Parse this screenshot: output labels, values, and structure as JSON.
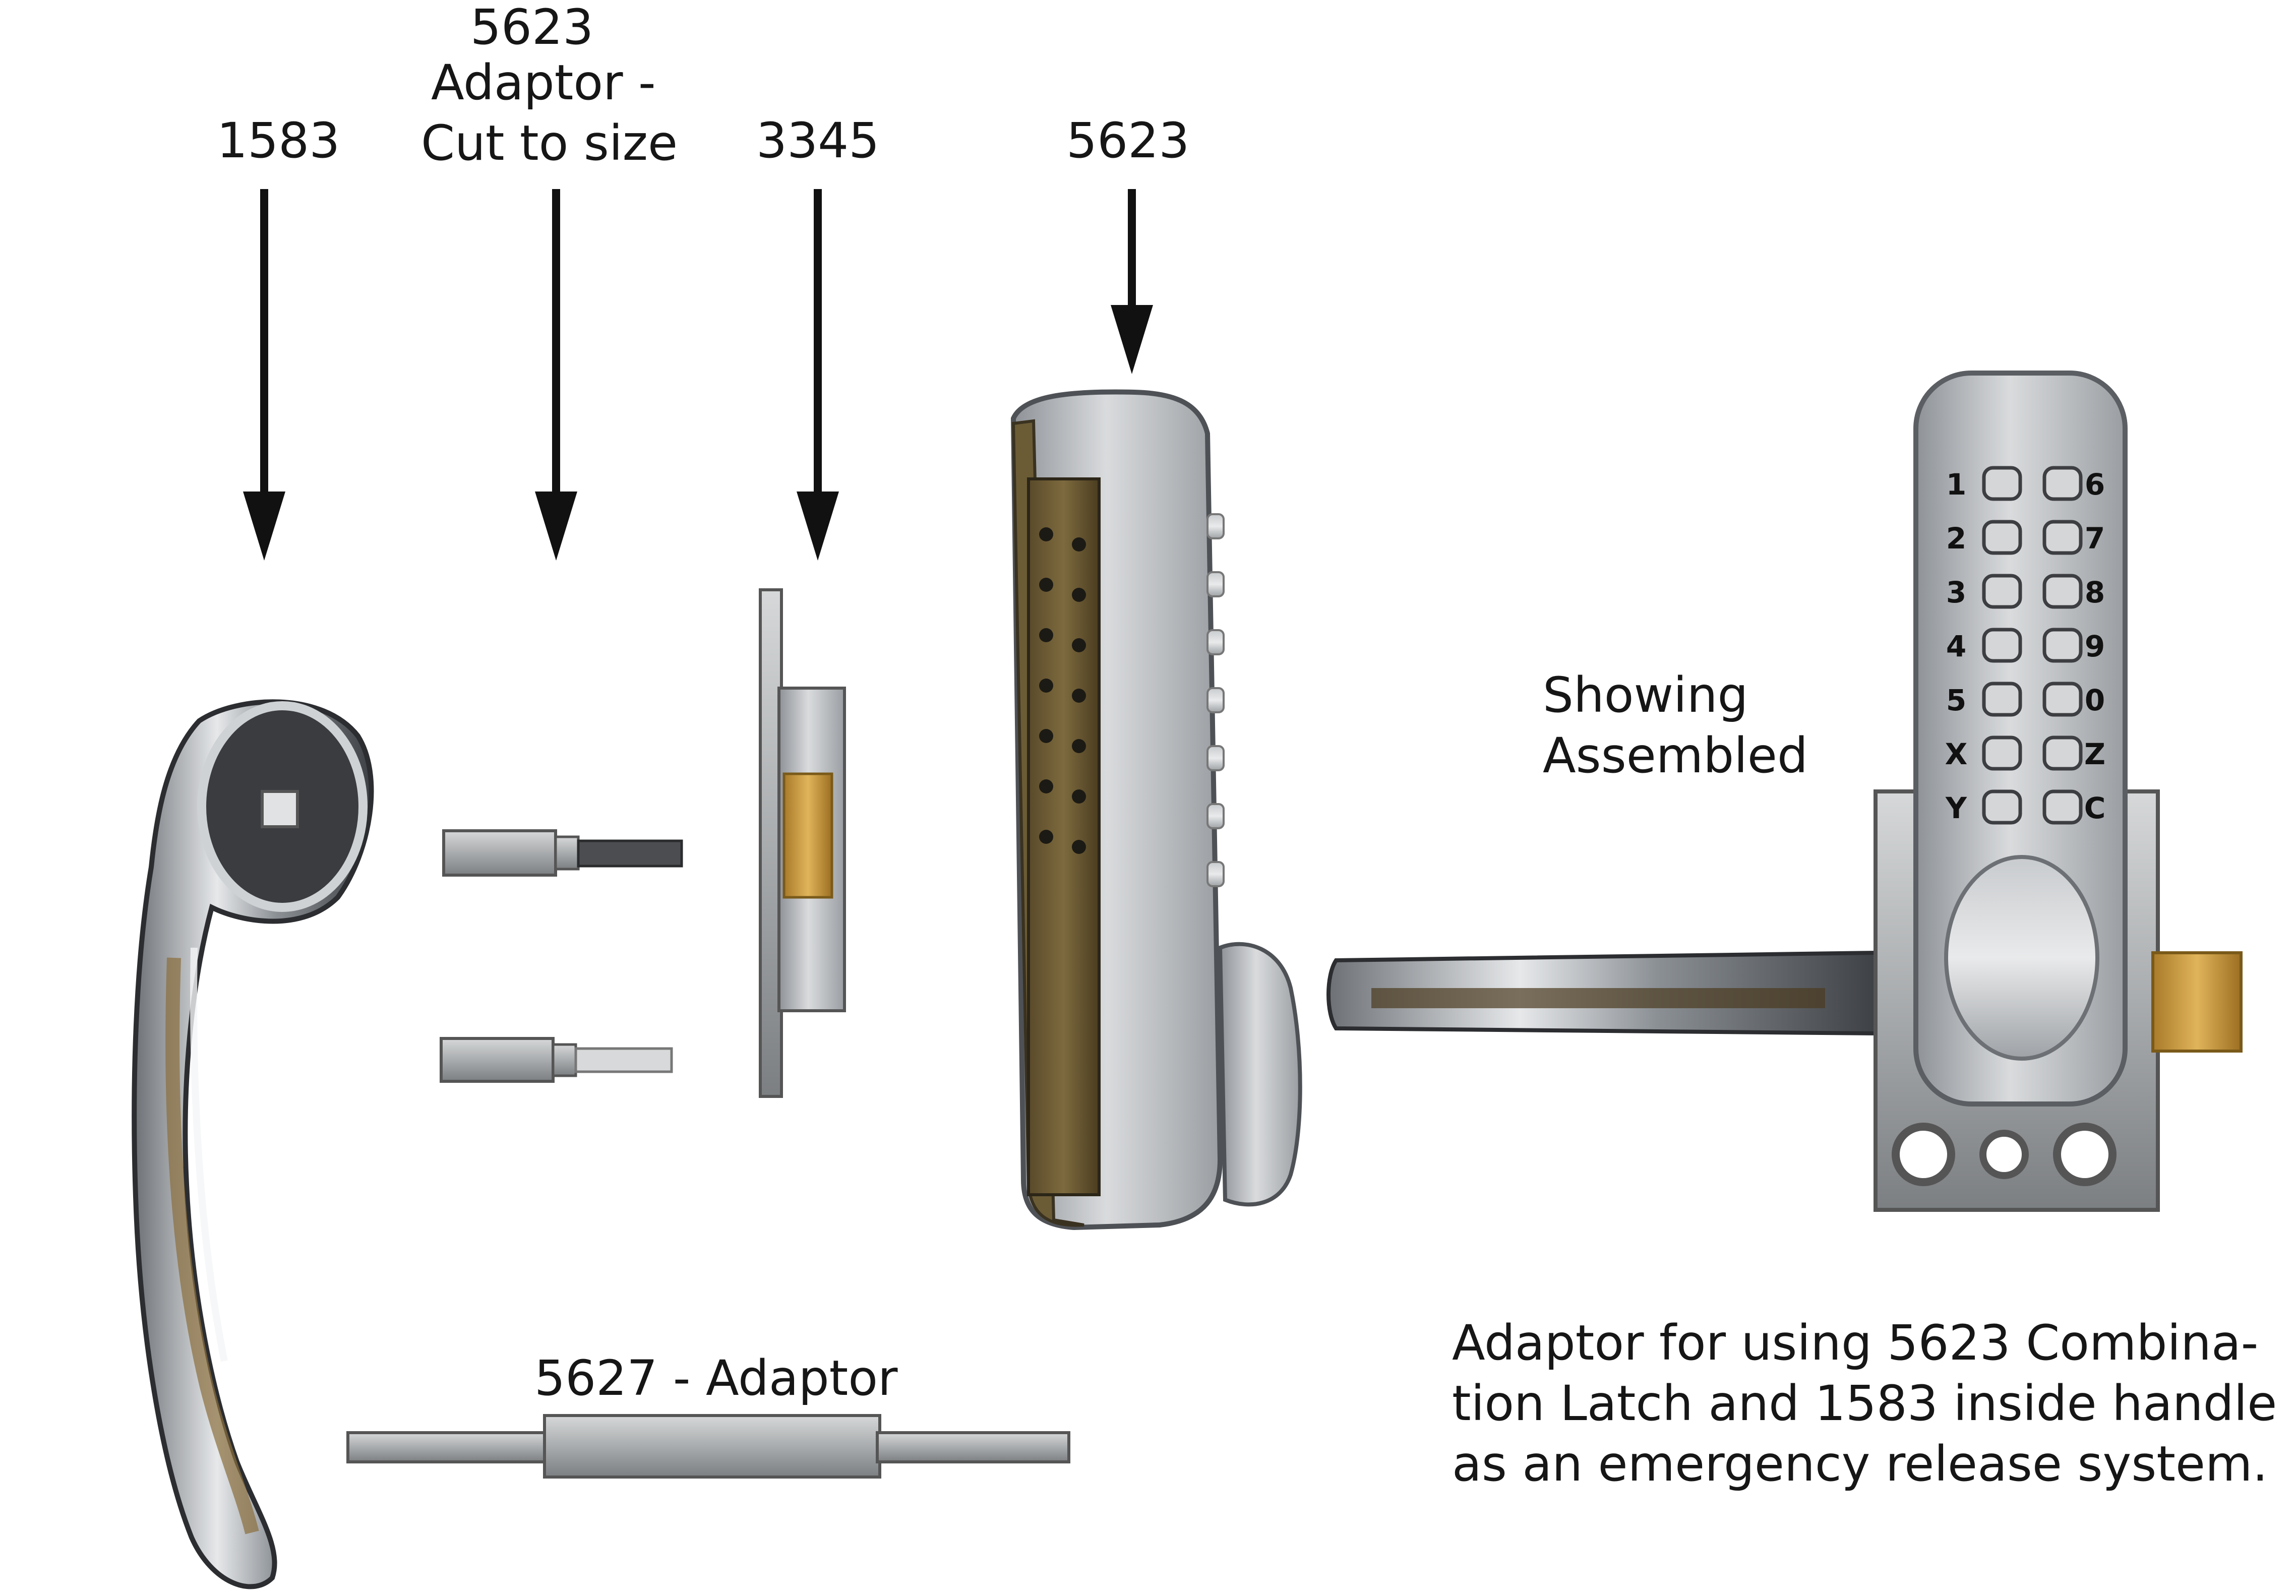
{
  "labels": {
    "handle_1583": "1583",
    "adaptor_5623_line1": "5623",
    "adaptor_5623_line2": "Adaptor -",
    "adaptor_5623_line3": "Cut to size",
    "latch_3345": "3345",
    "lock_5623": "5623",
    "adaptor_5627": "5627 - Adaptor",
    "showing_line1": "Showing",
    "showing_line2": "Assembled",
    "caption_line1": "Adaptor for using 5623 Combina-",
    "caption_line2": "tion Latch and 1583 inside handle",
    "caption_line3": "as an emergency release system."
  },
  "keypad": {
    "left_keys": [
      "1",
      "2",
      "3",
      "4",
      "5",
      "X",
      "Y"
    ],
    "right_keys": [
      "6",
      "7",
      "8",
      "9",
      "0",
      "Z",
      "C"
    ]
  },
  "colors": {
    "chrome": "#9ea3a8",
    "brass": "#c99a3c",
    "steel": "#b8bbbd",
    "ink": "#111111"
  }
}
